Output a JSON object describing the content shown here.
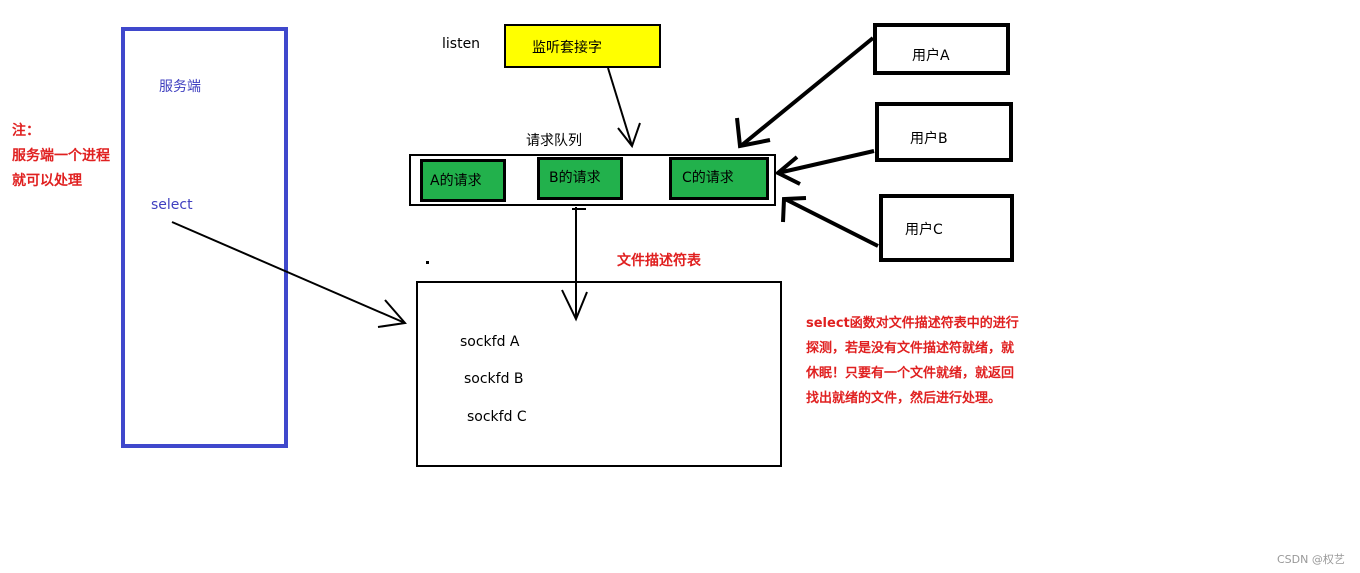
{
  "server": {
    "title": "服务端",
    "select_label": "select"
  },
  "note": {
    "line1": "注：",
    "line2": "服务端一个进程",
    "line3": "就可以处理"
  },
  "listen": {
    "label": "listen",
    "socket_label": "监听套接字"
  },
  "queue": {
    "title": "请求队列",
    "requests": [
      "A的请求",
      "B的请求",
      "C的请求"
    ]
  },
  "users": [
    "用户A",
    "用户B",
    "用户C"
  ],
  "fd_table": {
    "title": "文件描述符表",
    "entries": [
      "sockfd A",
      "sockfd B",
      "sockfd C"
    ]
  },
  "explanation": {
    "line1": "select函数对文件描述符表中的进行",
    "line2": "探测，若是没有文件描述符就绪，就",
    "line3": "休眠！只要有一个文件就绪，就返回",
    "line4": "找出就绪的文件，然后进行处理。"
  },
  "watermark": "CSDN @权艺",
  "colors": {
    "server_border": "#3f48cc",
    "listen_fill": "#ffff00",
    "request_fill": "#22b14c",
    "note_text": "#e02020"
  }
}
